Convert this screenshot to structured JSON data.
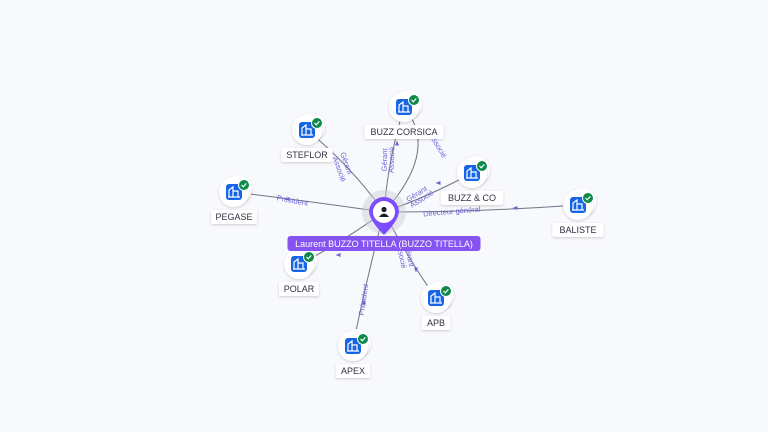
{
  "colors": {
    "company": "#1565e6",
    "verified": "#0f8a4a",
    "person": "#7c4dff",
    "relation_label": "#6b63d8"
  },
  "center": {
    "name": "Laurent BUZZO TITELLA (BUZZO TITELLA)",
    "icon": "person-icon"
  },
  "companies": [
    {
      "name": "BUZZ CORSICA",
      "icon": "building-icon",
      "badge": "check-icon"
    },
    {
      "name": "STEFLOR",
      "icon": "building-icon",
      "badge": "check-icon"
    },
    {
      "name": "BUZZ & CO",
      "icon": "building-icon",
      "badge": "check-icon"
    },
    {
      "name": "PEGASE",
      "icon": "building-icon",
      "badge": "check-icon"
    },
    {
      "name": "BALISTE",
      "icon": "building-icon",
      "badge": "check-icon"
    },
    {
      "name": "POLAR",
      "icon": "building-icon",
      "badge": "check-icon"
    },
    {
      "name": "APB",
      "icon": "building-icon",
      "badge": "check-icon"
    },
    {
      "name": "APEX",
      "icon": "building-icon",
      "badge": "check-icon"
    }
  ],
  "relations": [
    {
      "target": "BUZZ CORSICA",
      "labels": [
        "Gérant",
        "Associé"
      ]
    },
    {
      "target": "BUZZ CORSICA",
      "labels": [
        "Associé"
      ]
    },
    {
      "target": "STEFLOR",
      "labels": [
        "Gérant",
        "Associé"
      ]
    },
    {
      "target": "BUZZ & CO",
      "labels": [
        "Gérant",
        "Associé"
      ]
    },
    {
      "target": "PEGASE",
      "labels": [
        "Président"
      ]
    },
    {
      "target": "BALISTE",
      "labels": [
        "Directeur général"
      ]
    },
    {
      "target": "POLAR",
      "labels": [
        ""
      ]
    },
    {
      "target": "APEX",
      "labels": [
        "Président"
      ]
    },
    {
      "target": "APB",
      "labels": [
        "Gérant",
        "Associé"
      ]
    }
  ]
}
